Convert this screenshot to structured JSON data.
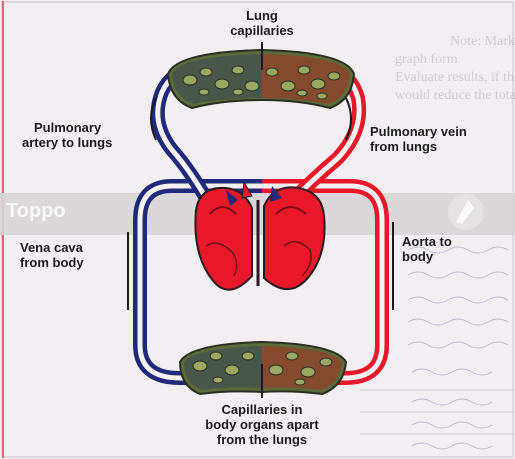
{
  "labels": {
    "lung_capillaries": [
      "Lung",
      "capillaries"
    ],
    "pulmonary_artery": [
      "Pulmonary",
      "artery to lungs"
    ],
    "pulmonary_vein": [
      "Pulmonary vein",
      "from lungs"
    ],
    "vena_cava": [
      "Vena cava",
      "from body"
    ],
    "aorta": [
      "Aorta to",
      "body"
    ],
    "body_capillaries": [
      "Capillaries in",
      "body organs apart",
      "from the lungs"
    ]
  },
  "background": {
    "banner_text": "Toppo",
    "ghost_lines": [
      "Note: Marks also to be awarded written in a para",
      "graph form",
      "Evaluate results, if the required point is wr",
      "would reduce the total marks accordingly"
    ]
  },
  "colors": {
    "oxygenated": "#e8172a",
    "deoxygenated": "#1f2a7a",
    "capillary_bed": "#5c6b3a",
    "page": "#f3eef1",
    "banner": "#d9d4d6"
  }
}
